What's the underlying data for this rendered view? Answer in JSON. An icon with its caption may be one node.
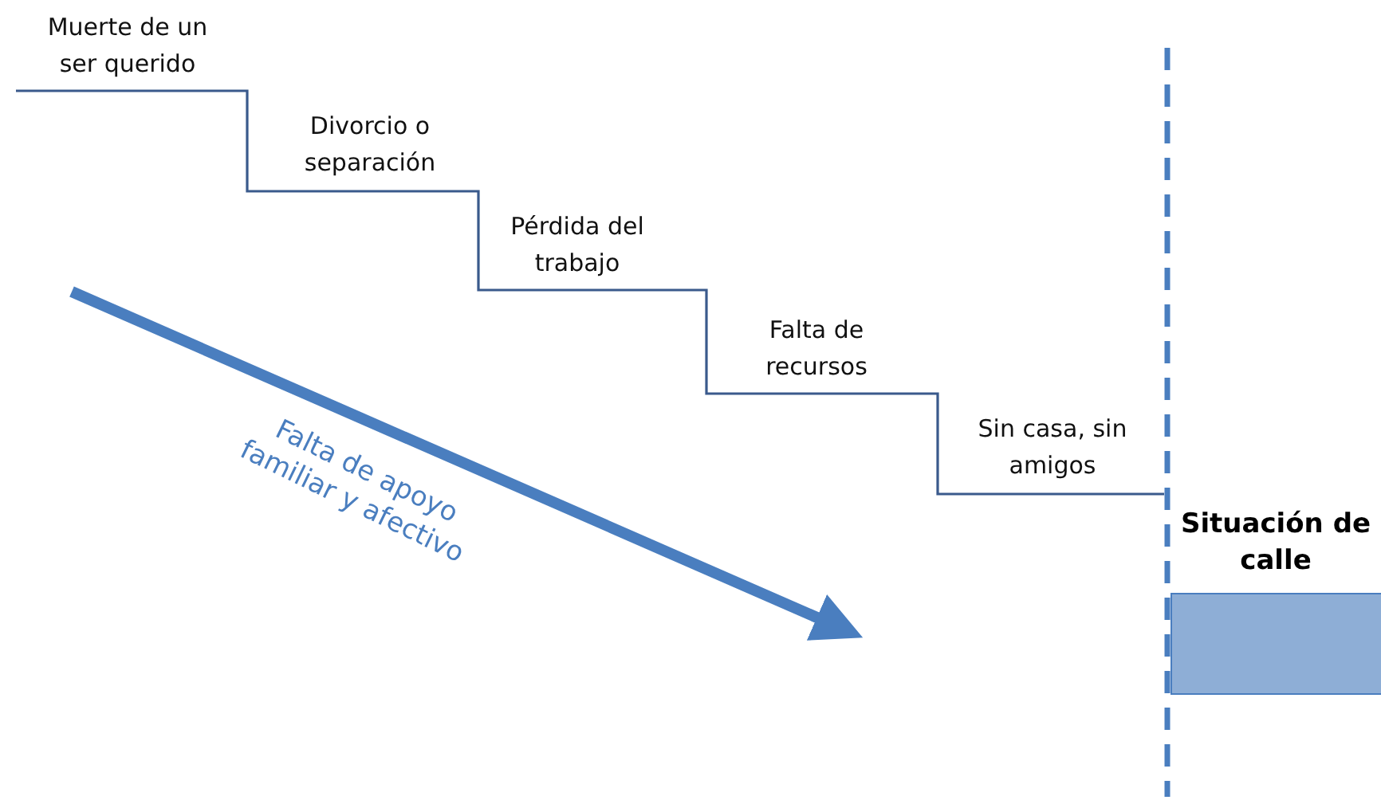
{
  "diagram": {
    "nodes": [
      {
        "text": [
          "Situación de calle"
        ]
      }
    ],
    "labels": [
      "Muerte de un ser querido",
      "Divorcio o separación",
      "Pérdida del trabajo",
      "Falta de recursos",
      "Sin casa, sin amigos",
      "Falta de apoyo familiar y afectivo"
    ]
  }
}
